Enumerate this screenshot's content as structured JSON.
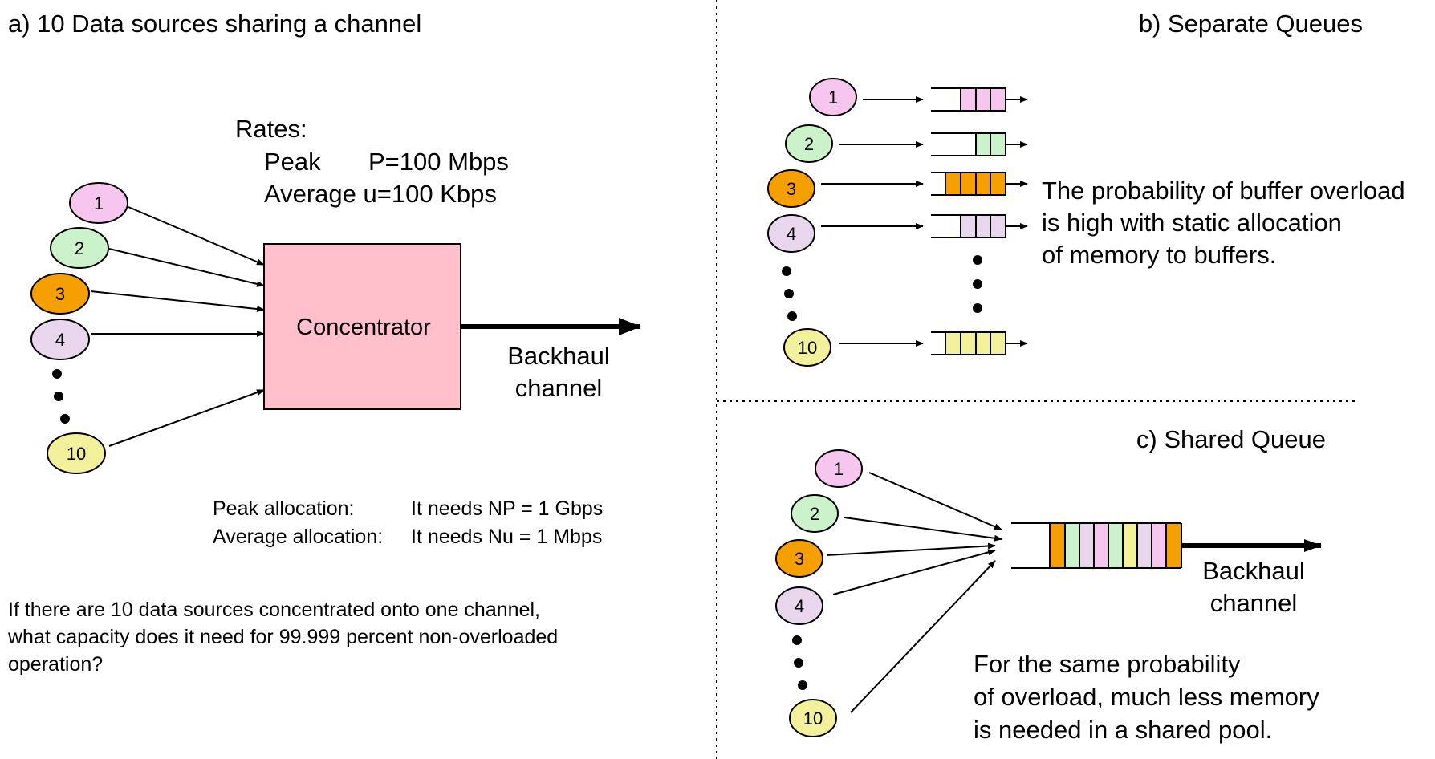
{
  "panel_a": {
    "title": "a) 10 Data sources sharing a channel",
    "rates_label": "Rates:",
    "peak_label": "Peak",
    "peak_value": "P=100 Mbps",
    "average_line": "Average u=100 Kbps",
    "concentrator": "Concentrator",
    "channel_line1": "Backhaul",
    "channel_line2": "channel",
    "peak_alloc_label": "Peak allocation:",
    "peak_alloc_value": "It needs NP = 1 Gbps",
    "avg_alloc_label": "Average allocation:",
    "avg_alloc_value": "It needs Nu = 1 Mbps",
    "question_lines": [
      "If there are 10 data sources concentrated onto one channel,",
      "what capacity does it need for 99.999 percent non-overloaded",
      "operation?"
    ],
    "sources": [
      "1",
      "2",
      "3",
      "4",
      "10"
    ]
  },
  "panel_b": {
    "title": "b) Separate Queues",
    "sources": [
      "1",
      "2",
      "3",
      "4",
      "10"
    ],
    "note_lines": [
      "The probability of buffer overload",
      "is high with static allocation",
      "of memory to buffers."
    ]
  },
  "panel_c": {
    "title": "c) Shared Queue",
    "sources": [
      "1",
      "2",
      "3",
      "4",
      "10"
    ],
    "channel_line1": "Backhaul",
    "channel_line2": "channel",
    "note_lines": [
      "For the same probability",
      "of overload, much less memory",
      "is needed in a shared pool."
    ]
  },
  "colors": {
    "source1": "#f7c6ee",
    "source2": "#ccf2cc",
    "source3": "#f5a000",
    "source4": "#e8d7ec",
    "source10": "#f2f09a",
    "concentrator": "#ffc0cc"
  }
}
